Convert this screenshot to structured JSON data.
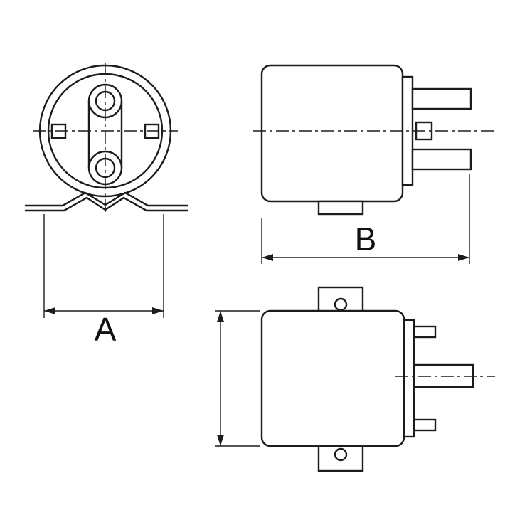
{
  "drawing": {
    "type": "technical-drawing",
    "background_color": "#ffffff",
    "line_color": "#1c1c1c",
    "dimensions": {
      "a_label": "A",
      "b_label": "B"
    }
  }
}
